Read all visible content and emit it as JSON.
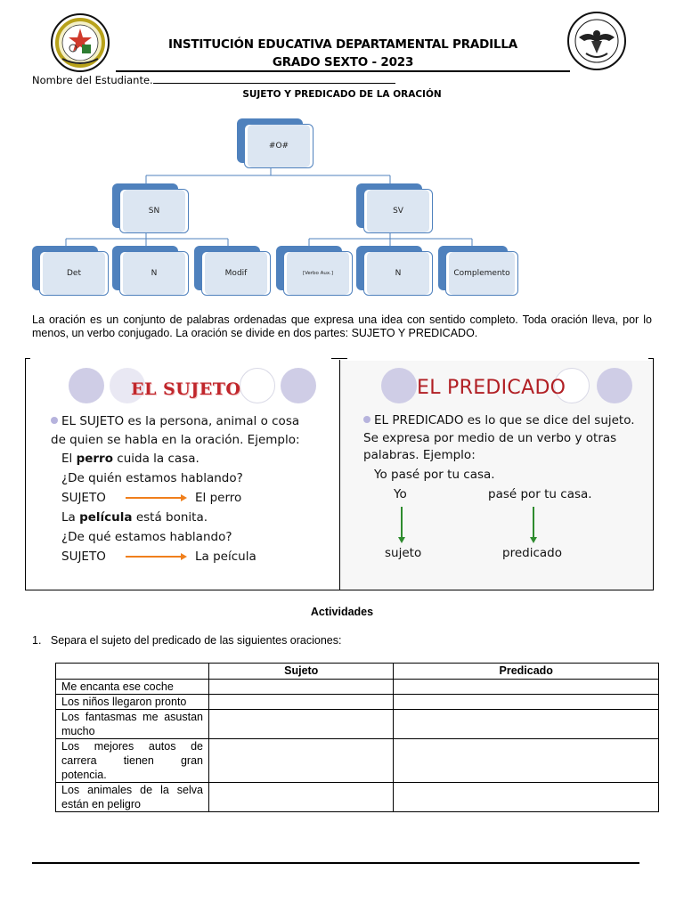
{
  "header": {
    "school_name": "INSTITUCIÓN EDUCATIVA DEPARTAMENTAL PRADILLA",
    "grade_year": "GRADO SEXTO - 2023"
  },
  "student": {
    "label": "Nombre del Estudiante."
  },
  "worksheet_title": "SUJETO Y PREDICADO DE LA ORACIÓN",
  "diagram": {
    "root": "#O#",
    "sn": "SN",
    "sv": "SV",
    "sn_children": [
      "Det",
      "N",
      "Modif"
    ],
    "sv_children": [
      "[Verbo Aux.]",
      "N",
      "Complemento"
    ]
  },
  "intro": "La oración es un conjunto de palabras ordenadas que expresa una idea con sentido completo. Toda oración lleva, por lo menos, un verbo conjugado. La oración se divide en dos partes: SUJETO Y PREDICADO.",
  "sujeto_panel": {
    "title": "EL SUJETO",
    "definition": "EL SUJETO es la persona, animal o cosa de quien se habla en la oración. Ejemplo:",
    "example1_pre": "El ",
    "example1_bold": "perro",
    "example1_post": " cuida la casa.",
    "question1": "¿De quién estamos hablando?",
    "label": "SUJETO",
    "answer1": "El perro",
    "example2_pre": "La ",
    "example2_bold": "película",
    "example2_post": " está bonita.",
    "question2": "¿De qué estamos hablando?",
    "answer2": "La peícula"
  },
  "predicado_panel": {
    "title": "EL PREDICADO",
    "definition": "EL PREDICADO es lo que se dice del sujeto. Se expresa por medio de un verbo y otras palabras. Ejemplo:",
    "example": "Yo pasé por tu casa.",
    "part_subject": "Yo",
    "part_predicate": "pasé por tu casa.",
    "label_subject": "sujeto",
    "label_predicate": "predicado"
  },
  "activities": {
    "title": "Actividades",
    "instruction_number": "1.",
    "instruction": "Separa el sujeto del predicado de las siguientes oraciones:",
    "columns": [
      "",
      "Sujeto",
      "Predicado"
    ],
    "sentences": [
      "Me encanta ese coche",
      "Los niños llegaron pronto",
      "Los fantasmas me asustan mucho",
      "Los mejores autos de carrera tienen gran potencia.",
      "Los animales de la selva están en peligro"
    ]
  },
  "colors": {
    "diagram_blue": "#4f81bd",
    "diagram_fill": "#dce6f2",
    "title_red": "#c0262b",
    "arrow_orange": "#f07f1c",
    "arrow_green": "#2e8b2e",
    "circle_purple": "#cfcde6"
  }
}
